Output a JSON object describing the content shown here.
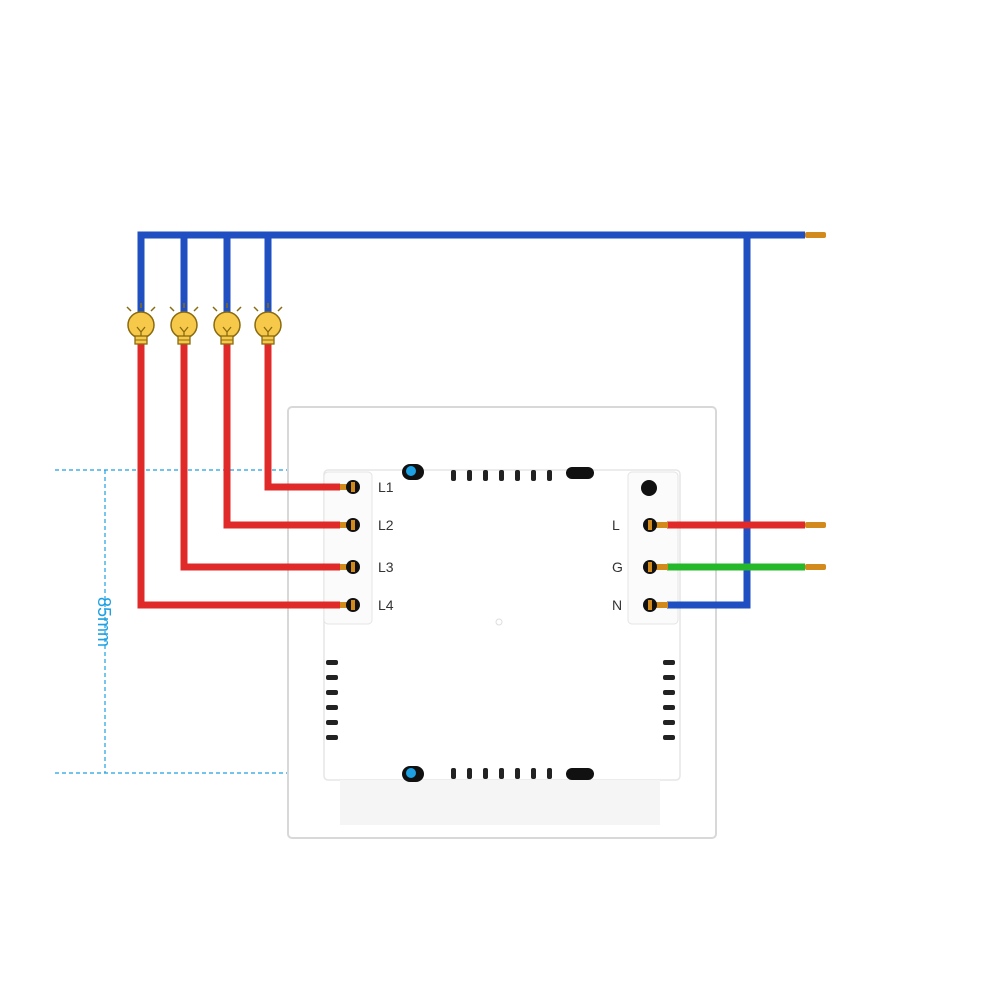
{
  "dimension": {
    "label": "85mm",
    "color": "#1da1e2"
  },
  "load_terminals": [
    "L1",
    "L2",
    "L3",
    "L4"
  ],
  "power_terminals": [
    "L",
    "G",
    "N"
  ],
  "bulb_count": 4,
  "colors": {
    "neutral_wire": "#1f4fc0",
    "live_wire": "#e02a2a",
    "ground_wire": "#25b82a",
    "wire_tip": "#d38a1c",
    "bulb": "#f7c94a",
    "bulb_outline": "#8a6a10",
    "switch_body": "#ffffff",
    "switch_outline": "#dcdcdc",
    "mount_clip": "#1da1e2",
    "label_text": "#333333"
  }
}
